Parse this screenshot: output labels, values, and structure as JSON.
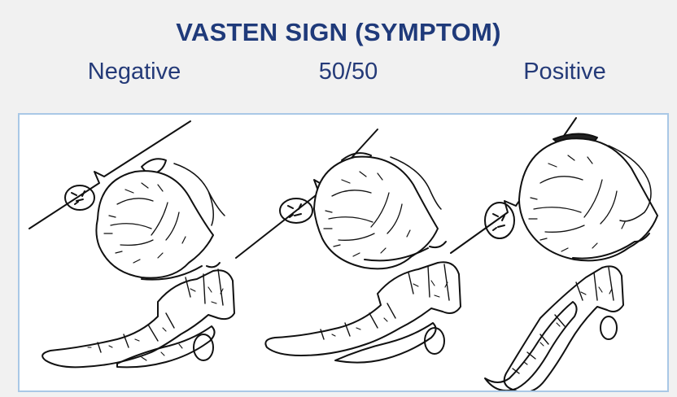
{
  "title": "VASTEN SIGN (SYMPTOM)",
  "title_color": "#1f3a7a",
  "labels": [
    "Negative",
    "50/50",
    "Positive"
  ],
  "label_color": "#243a78",
  "panel_border_color": "#a9c8e6"
}
